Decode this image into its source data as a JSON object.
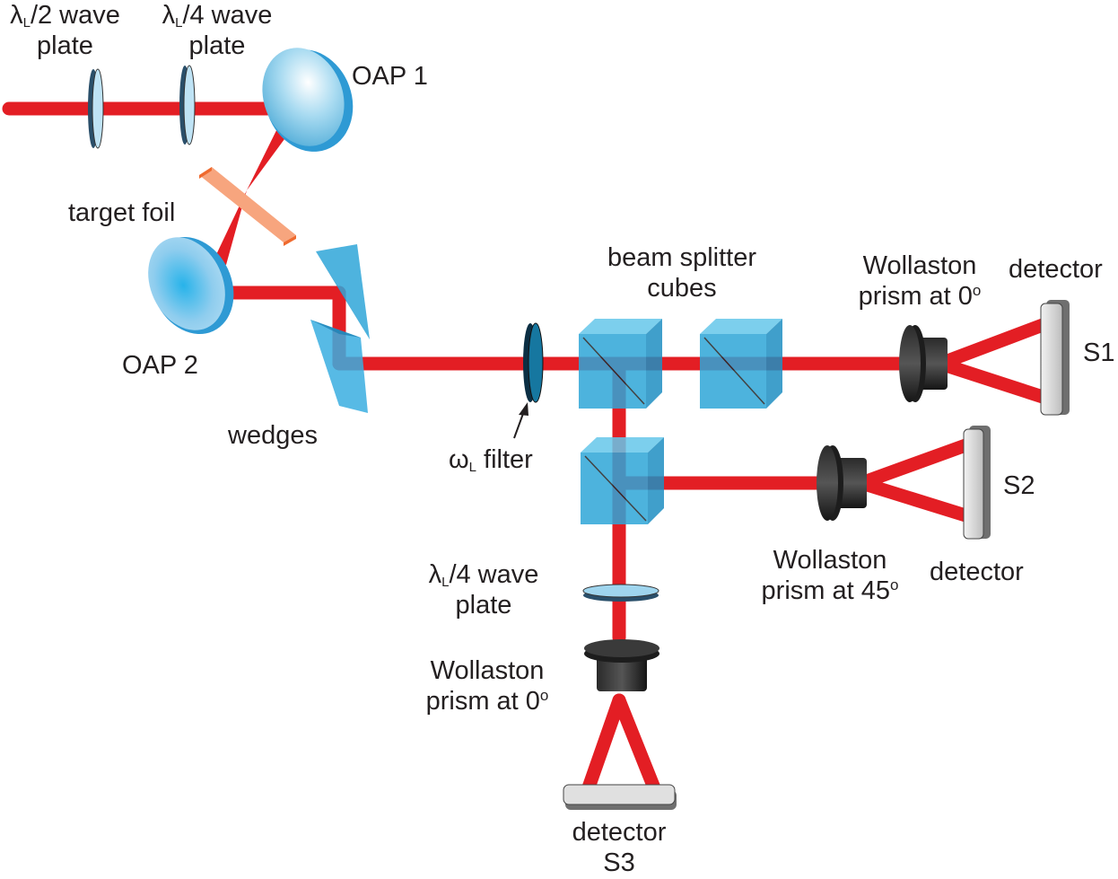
{
  "colors": {
    "beam": "#e31e24",
    "optic_blue": "#4ab8e0",
    "cube_fill": "#2fa6d8",
    "foil": "#f7a57e",
    "foil_edge": "#ef6a2e",
    "prism_black": "#1d1d1d",
    "detector_gray": "#d6d6d6",
    "text": "#231f20"
  },
  "labels": {
    "half_wave_plate": {
      "symbol": "λ",
      "sub": "L",
      "rest": "/2 wave",
      "line2": "plate"
    },
    "quarter_wave_plate_top": {
      "symbol": "λ",
      "sub": "L",
      "rest": "/4 wave",
      "line2": "plate"
    },
    "oap1": "OAP 1",
    "target_foil": "target foil",
    "oap2": "OAP 2",
    "wedges": "wedges",
    "filter": {
      "symbol": "ω",
      "sub": "L",
      "rest": " filter"
    },
    "beam_splitter": {
      "line1": "beam splitter",
      "line2": "cubes"
    },
    "wollaston_s1": {
      "line1": "Wollaston",
      "line2": "prism at 0",
      "sup": "o"
    },
    "detector_s1": {
      "line1": "detector",
      "name": "S1"
    },
    "detector_s2": {
      "name": "S2",
      "line1": "detector"
    },
    "wollaston_s2": {
      "line1": "Wollaston",
      "line2": "prism at 45",
      "sup": "o"
    },
    "quarter_wave_plate_bottom": {
      "symbol": "λ",
      "sub": "L",
      "rest": "/4 wave",
      "line2": "plate"
    },
    "wollaston_s3": {
      "line1": "Wollaston",
      "line2": "prism at 0",
      "sup": "o"
    },
    "detector_s3": {
      "line1": "detector",
      "name": "S3"
    }
  }
}
